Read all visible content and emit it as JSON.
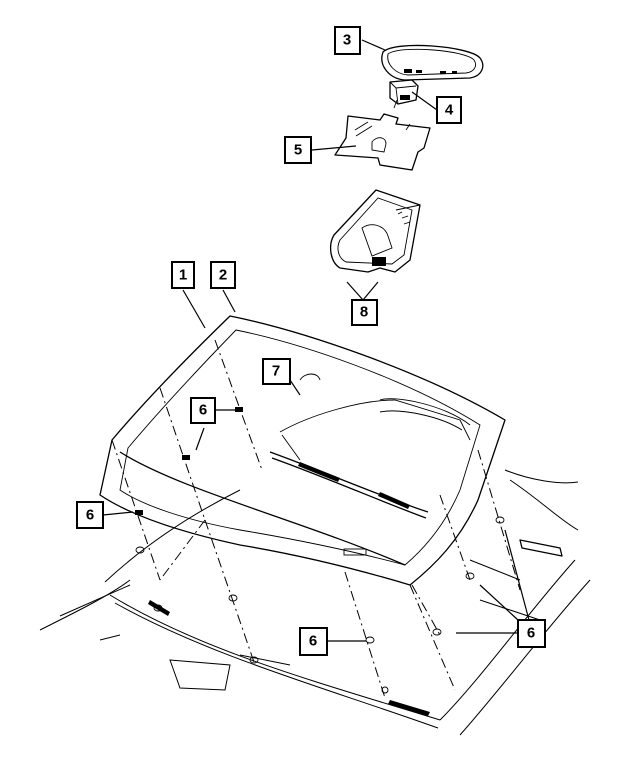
{
  "callouts": {
    "c1": "1",
    "c2": "2",
    "c3": "3",
    "c4": "4",
    "c5": "5",
    "c6a": "6",
    "c6b": "6",
    "c6c": "6",
    "c6d": "6",
    "c7": "7",
    "c8": "8"
  },
  "colors": {
    "ink": "#000000",
    "background": "#ffffff"
  }
}
